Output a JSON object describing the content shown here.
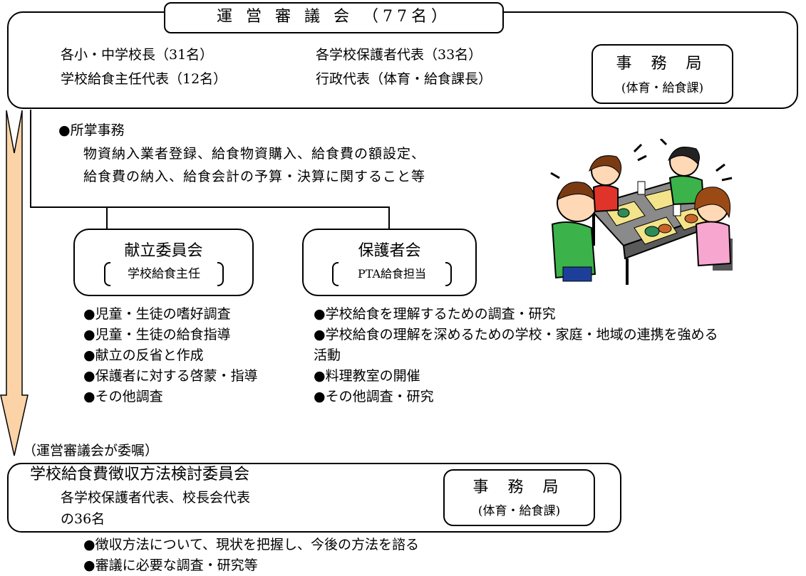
{
  "council": {
    "title": "運 営 審 議 会 （77名）",
    "members": [
      "各小・中学校長（31名）",
      "各学校保護者代表（33名）",
      "学校給食主任代表（12名）",
      "行政代表（体育・給食課長）"
    ],
    "secretariat": {
      "name": "事 務 局",
      "dept": "(体育・給食課)"
    }
  },
  "affairs": {
    "heading": "●所掌事務",
    "lines": [
      "物資納入業者登録、給食物資購入、給食費の額設定、",
      "給食費の納入、給食会計の予算・決算に関すること等"
    ]
  },
  "menu_committee": {
    "title": "献立委員会",
    "sub": "学校給食主任",
    "items": [
      "●児童・生徒の嗜好調査",
      "●児童・生徒の給食指導",
      "●献立の反省と作成",
      "●保護者に対する啓蒙・指導",
      "●その他調査"
    ]
  },
  "parents_council": {
    "title": "保護者会",
    "sub": "PTA給食担当",
    "items": [
      "●学校給食を理解するための調査・研究",
      "●学校給食の理解を深めるための学校・家庭・地域の連携を強める",
      "活動",
      "●料理教室の開催",
      "●その他調査・研究"
    ]
  },
  "commission_note": "（運営審議会が委嘱）",
  "fee_committee": {
    "title": "学校給食費徴収方法検討委員会",
    "members": [
      "各学校保護者代表、校長会代表",
      "の36名"
    ],
    "secretariat": {
      "name": "事 務 局",
      "dept": "(体育・給食課)"
    },
    "items": [
      "●徴収方法について、現状を把握し、今後の方法を諮る",
      "●審議に必要な調査・研究等"
    ]
  },
  "colors": {
    "arrow_fill": "#fbd3a6",
    "arrow_stroke": "#000000"
  }
}
